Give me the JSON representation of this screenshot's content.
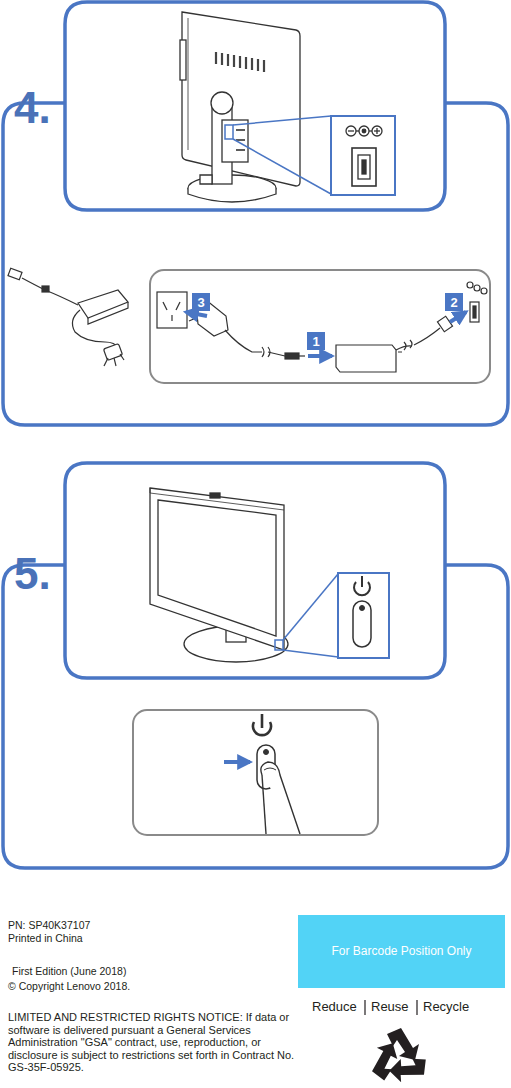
{
  "diagram": {
    "nodes": [
      {
        "text": [
          "4."
        ]
      },
      {
        "text": [
          "3"
        ],
        "in": 0
      },
      {
        "text": [
          "2"
        ],
        "in": 0
      },
      {
        "text": [
          "1"
        ],
        "in": 0
      },
      {
        "text": [
          "5."
        ]
      },
      {
        "text": [
          "For Barcode Position Only"
        ]
      }
    ],
    "labels": [
      "PN: SP40K37107",
      "Printed in China",
      "First Edition (June 2018)",
      "© Copyright Lenovo 2018.",
      "LIMITED AND RESTRICTED RIGHTS NOTICE: If data or software is delivered pursuant a General Services Administration \"GSA\" contract, use, reproduction, or disclosure is subject to restrictions set forth in Contract No. GS-35F-05925.",
      "Reduce",
      "Reuse",
      "Recycle"
    ]
  }
}
